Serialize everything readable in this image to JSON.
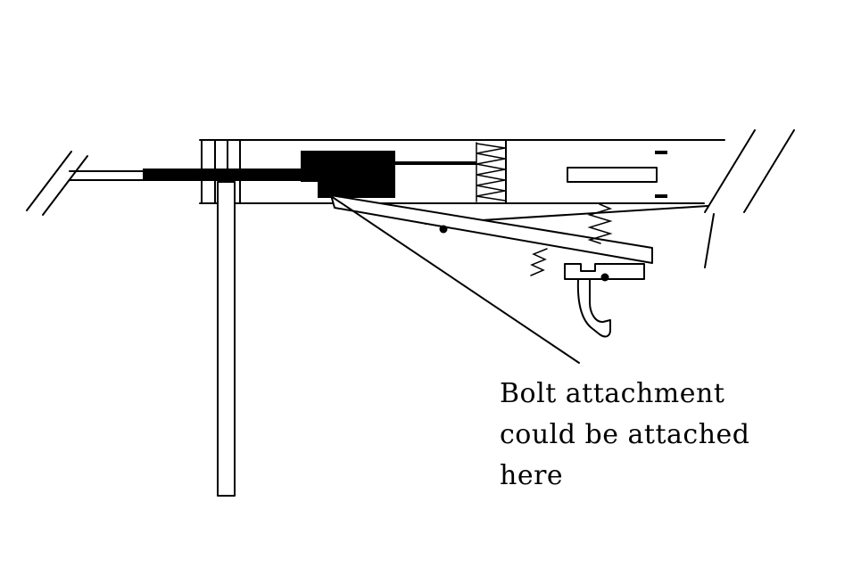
{
  "colors": {
    "ink": "#000000",
    "handle_blue": "#0009e8",
    "paper": "#ffffff"
  },
  "annotation": {
    "line1": "Bolt attachment",
    "line2": "could be attached",
    "line3": "here"
  }
}
